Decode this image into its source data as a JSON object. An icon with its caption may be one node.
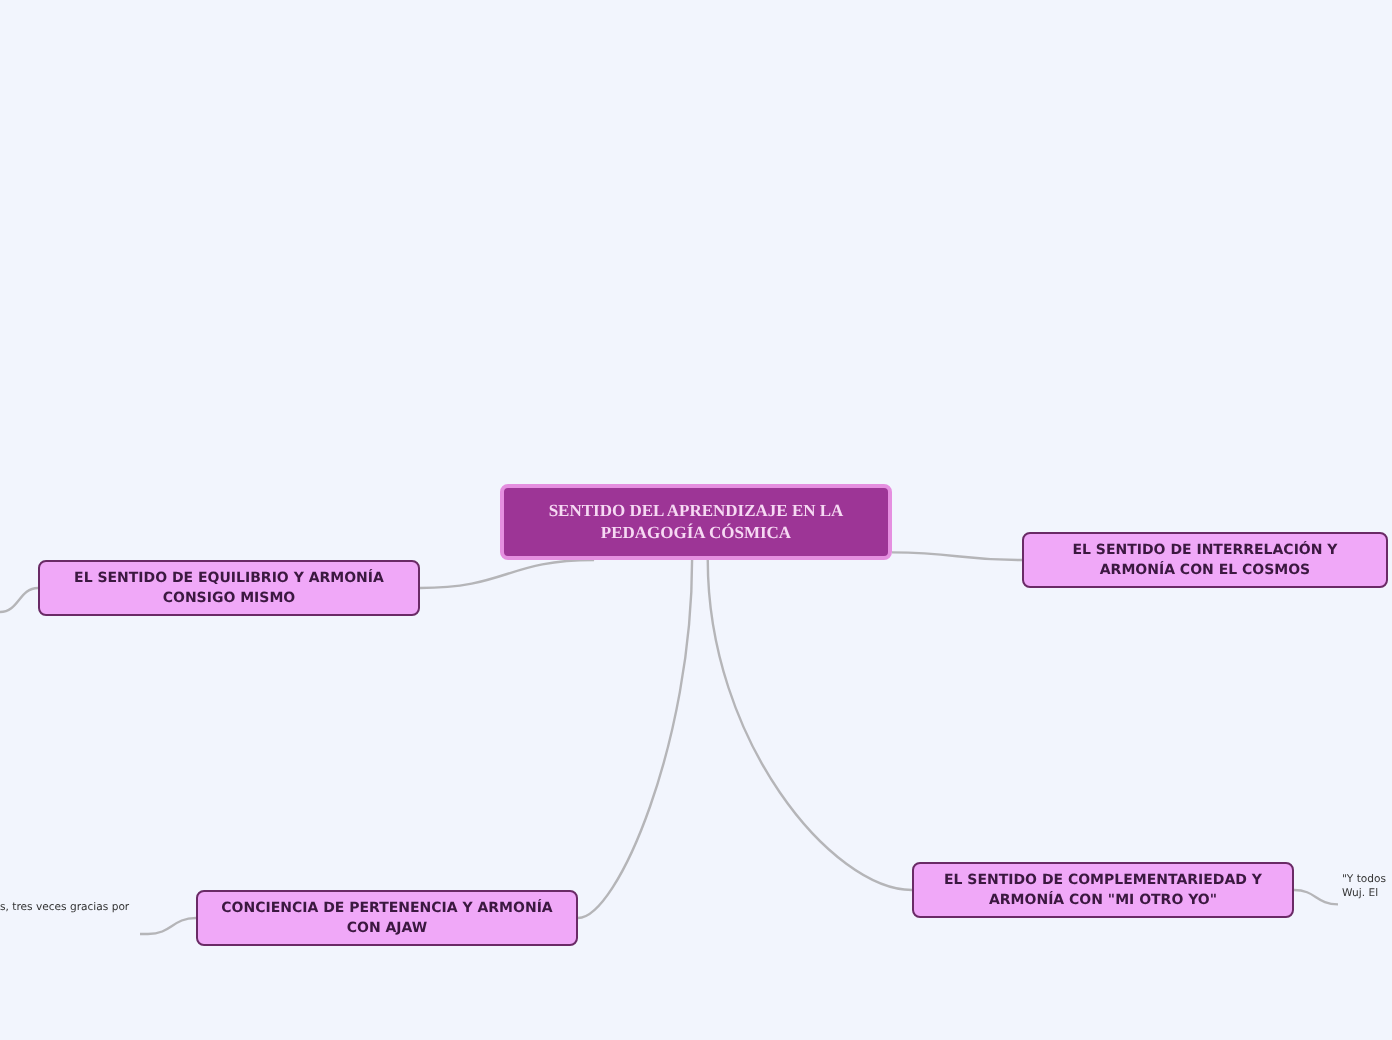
{
  "diagram": {
    "nodes": [
      {
        "text": [
          "SENTIDO DEL APRENDIZAJE EN LA PEDAGOGÍA CÓSMICA"
        ]
      },
      {
        "text": [
          "EL SENTIDO DE INTERRELACIÓN Y ARMONÍA CON EL COSMOS"
        ]
      },
      {
        "text": [
          "EL SENTIDO DE EQUILIBRIO Y ARMONÍA CONSIGO MISMO"
        ]
      },
      {
        "text": [
          "EL SENTIDO DE COMPLEMENTARIEDAD Y ARMONÍA CON \"MI OTRO YO\""
        ]
      },
      {
        "text": [
          "\"Y todos Wuj. El"
        ]
      },
      {
        "text": [
          "CONCIENCIA DE PERTENENCIA Y ARMONÍA CON AJAW"
        ]
      },
      {
        "text": [
          "s, tres veces gracias por"
        ]
      }
    ],
    "edges": [
      {
        "from": 0,
        "to": 1,
        "arrow": "none"
      },
      {
        "from": 0,
        "to": 2,
        "arrow": "none"
      },
      {
        "from": 0,
        "to": 3,
        "arrow": "none"
      },
      {
        "from": 0,
        "to": 5,
        "arrow": "none"
      },
      {
        "from": 2,
        "to": null,
        "arrow": "none"
      },
      {
        "from": 3,
        "to": 4,
        "arrow": "none"
      },
      {
        "from": 5,
        "to": 6,
        "arrow": "none"
      }
    ]
  }
}
